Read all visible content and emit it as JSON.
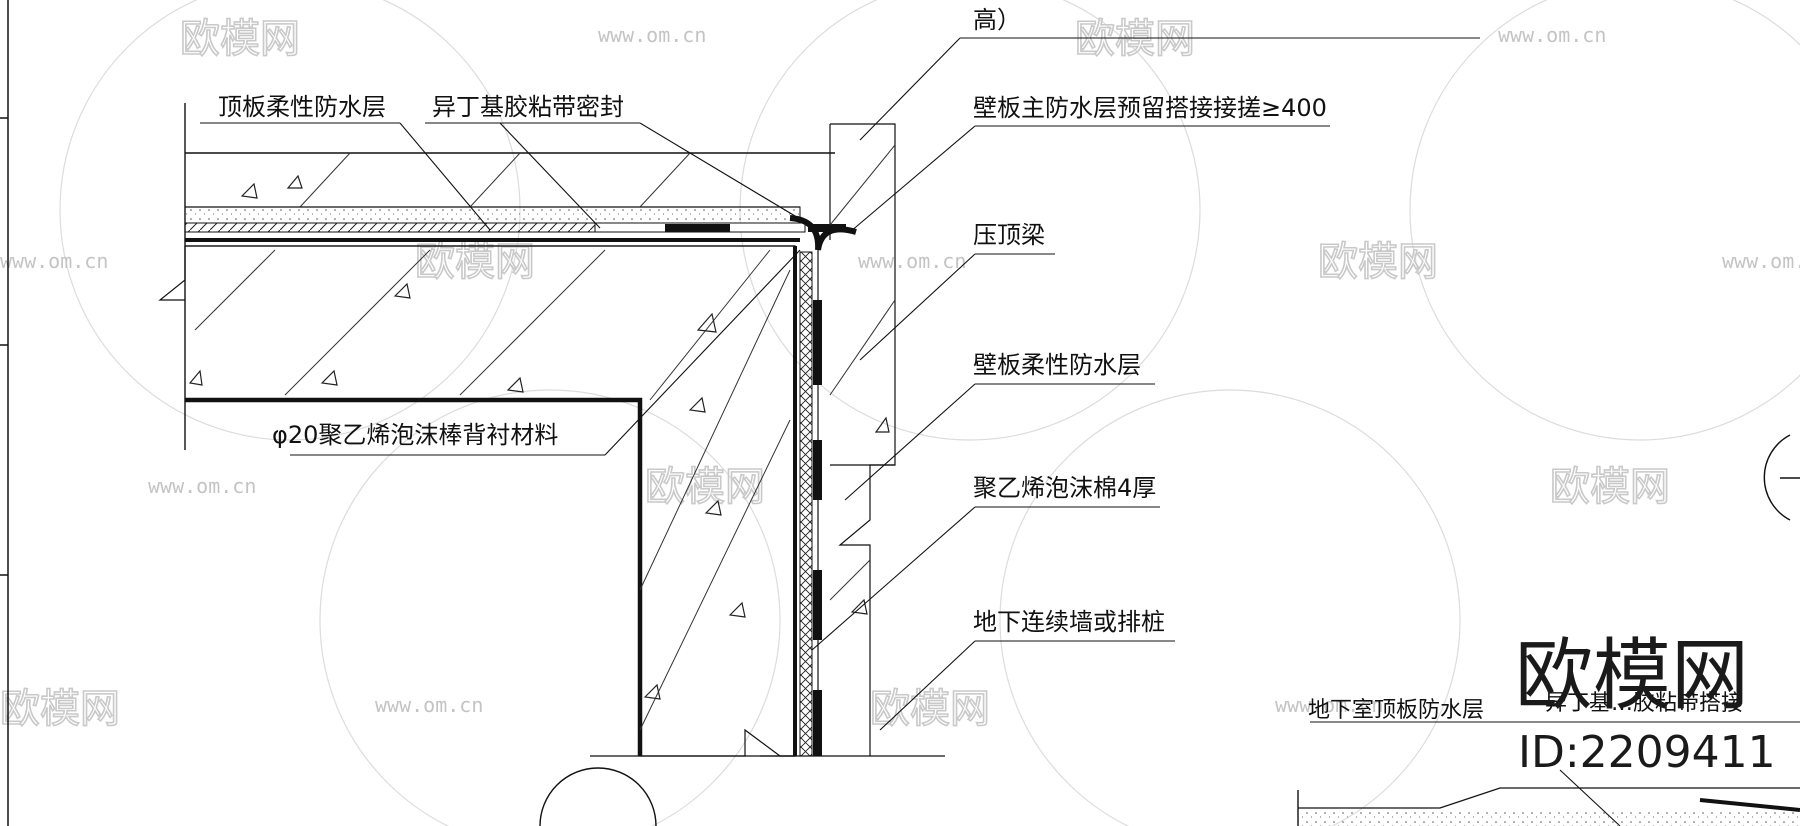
{
  "labels": {
    "top_fragment": "高）",
    "roof_flexible_waterproof": "顶板柔性防水层",
    "butyl_tape_seal": "异丁基胶粘带密封",
    "wall_main_waterproof_overlap": "壁板主防水层预留搭接接搓≥400",
    "capping_beam": "压顶梁",
    "wall_flexible_waterproof": "壁板柔性防水层",
    "pe_foam_rod_backing": "φ20聚乙烯泡沫棒背衬材料",
    "pe_foam_board": "聚乙烯泡沫棉4厚",
    "diaphragm_wall": "地下连续墙或排桩",
    "basement_roof_waterproof": "地下室顶板防水层",
    "butyl_fragment": "异丁基…胶粘带搭接"
  },
  "watermark": {
    "logo_text": "欧模网",
    "url_text": "www.om.cn",
    "id_text": "ID:2209411"
  },
  "colors": {
    "line": "#111111",
    "watermark": "#c9c9c9"
  }
}
